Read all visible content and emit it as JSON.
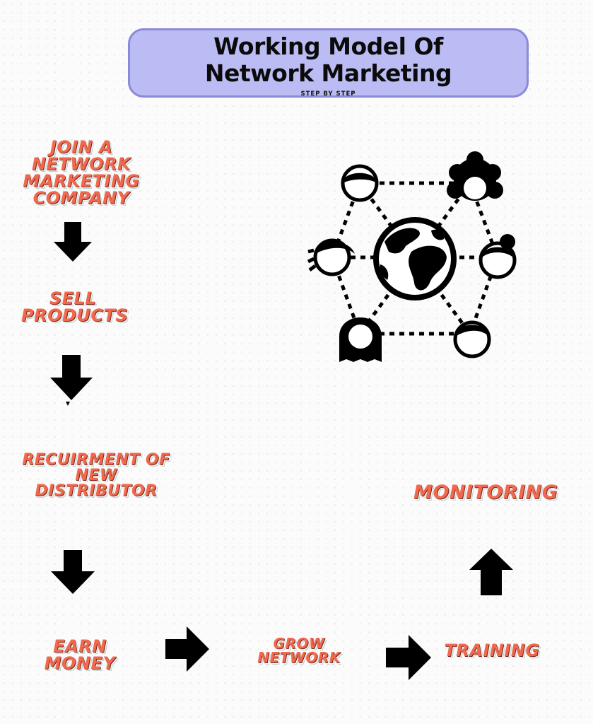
{
  "header": {
    "title_line1": "Working Model Of",
    "title_line2": "Network Marketing",
    "subtitle": "STEP BY STEP"
  },
  "steps": {
    "join": [
      "JOIN  A",
      "NETWORK",
      "MARKETING",
      "COMPANY"
    ],
    "sell": [
      "SELL",
      "PRODUCTS"
    ],
    "recruit": [
      "RECUIRMENT OF",
      "NEW",
      "DISTRIBUTOR"
    ],
    "earn": [
      "EARN",
      "MONEY"
    ],
    "grow": [
      "GROW",
      "NETWORK"
    ],
    "training": [
      "TRAINING"
    ],
    "monitoring": [
      "MONITORING"
    ]
  },
  "illustration": {
    "icon": "network-globe-icon",
    "nodes": [
      "person-short-hair",
      "person-curly-hair",
      "person-wavy-hair",
      "person-bun-hair",
      "person-long-hair",
      "person-side-part"
    ]
  },
  "colors": {
    "step_text": "#f0694f",
    "title_box": "#bcbcf4",
    "title_border": "#8a8ad8",
    "arrows": "#000000"
  }
}
